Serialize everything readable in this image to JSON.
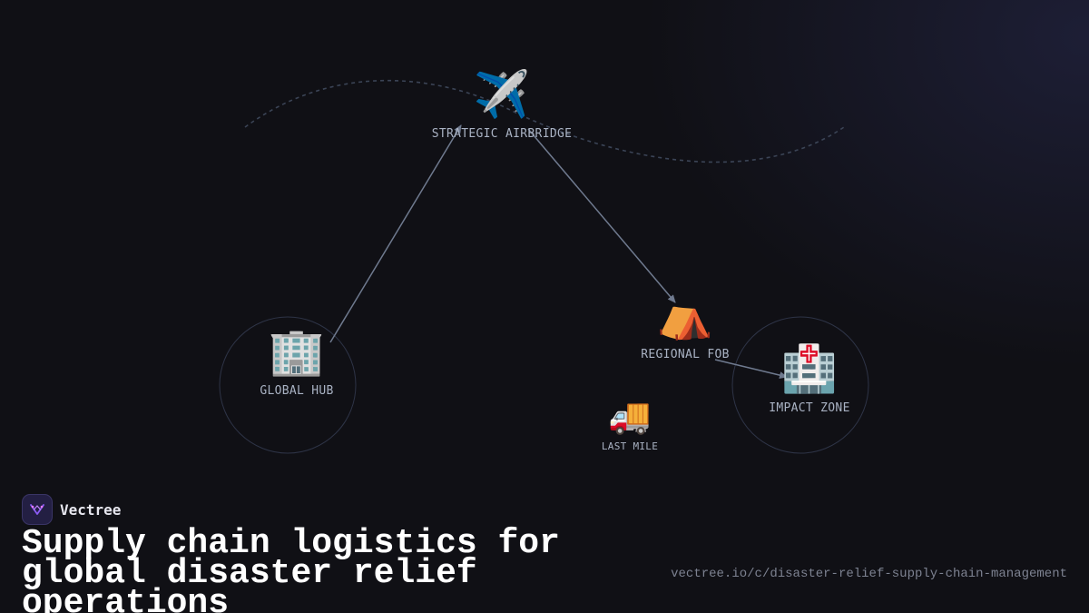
{
  "diagram": {
    "nodes": [
      {
        "id": "airbridge",
        "icon": "airplane-icon",
        "glyph": "✈️",
        "label": "STRATEGIC AIRBRIDGE"
      },
      {
        "id": "global-hub",
        "icon": "office-building-icon",
        "glyph": "🏢",
        "label": "GLOBAL HUB"
      },
      {
        "id": "regional-fob",
        "icon": "tent-icon",
        "glyph": "⛺",
        "label": "REGIONAL FOB"
      },
      {
        "id": "impact-zone",
        "icon": "hospital-icon",
        "glyph": "🏥",
        "label": "IMPACT ZONE"
      },
      {
        "id": "last-mile",
        "icon": "delivery-truck-icon",
        "glyph": "🚚",
        "label": "LAST MILE"
      }
    ],
    "edges": [
      {
        "from": "global-hub",
        "to": "airbridge"
      },
      {
        "from": "airbridge",
        "to": "regional-fob"
      },
      {
        "from": "regional-fob",
        "to": "impact-zone"
      }
    ]
  },
  "brand": {
    "name": "Vectree",
    "icon": "vectree-logo-icon"
  },
  "headline": "Supply chain logistics for global disaster relief operations",
  "url": "vectree.io/c/disaster-relief-supply-chain-management",
  "colors": {
    "background": "#101015",
    "edge": "#6f7a8f",
    "ring": "#2e3447",
    "label": "#a9b2c3",
    "brand_accent": "#8b5cf6"
  }
}
